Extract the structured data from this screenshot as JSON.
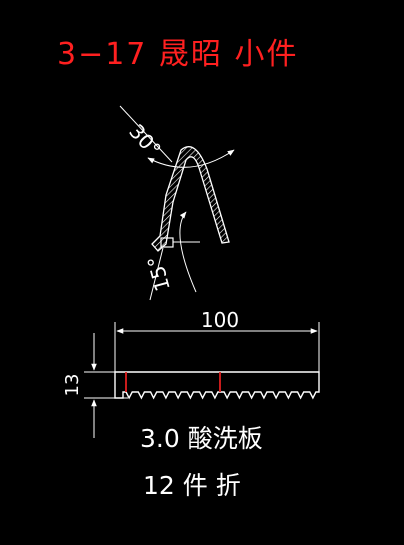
{
  "title": "3−17  晟昭  小件",
  "angle_top": "30°",
  "angle_bottom": "15°",
  "dim_width": "100",
  "dim_height": "13",
  "material_line": "3.0   酸洗板",
  "quantity_line": "12  件  折",
  "colors": {
    "background": "#000000",
    "title": "#ff2020",
    "drawing": "#ffffff",
    "marker": "#e02020"
  }
}
